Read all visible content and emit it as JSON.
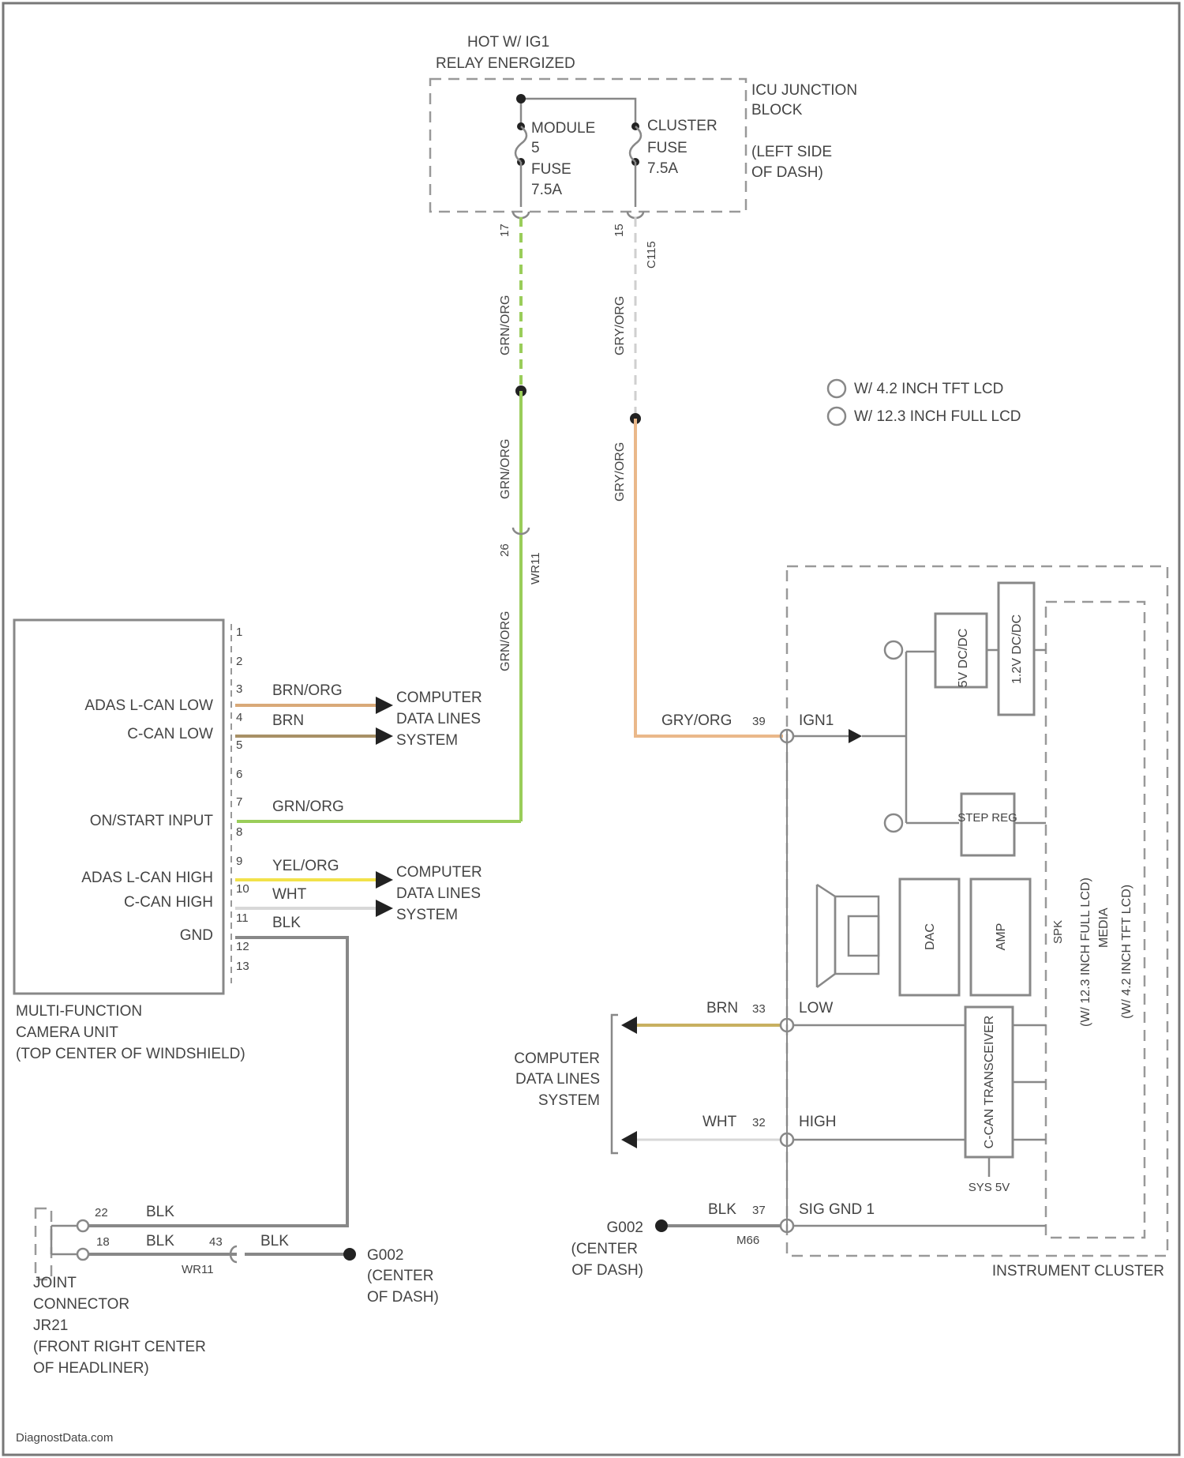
{
  "colors": {
    "grn_org": "#9acd5a",
    "gry_org": "#eab88a",
    "brn_org": "#d9a978",
    "brn": "#a89066",
    "yel_org": "#f2e24a",
    "wht": "#d8d8d8",
    "blk": "#888888",
    "brn_low": "#c8b060"
  },
  "top": {
    "relay_line1": "HOT W/ IG1",
    "relay_line2": "RELAY ENERGIZED",
    "jb_line1": "ICU JUNCTION",
    "jb_line2": "BLOCK",
    "jb_line3": "(LEFT SIDE",
    "jb_line4": "OF DASH)",
    "fuse_module": [
      "MODULE",
      "5",
      "FUSE",
      "7.5A"
    ],
    "fuse_cluster": [
      "CLUSTER",
      "FUSE",
      "7.5A"
    ],
    "pin17": "17",
    "pin15": "15",
    "conn_right": "C115",
    "wire_a1": "GRN/ORG",
    "wire_a2": "GRN/ORG",
    "wire_a3": "GRN/ORG",
    "pin26": "26",
    "conn_mid": "WR11",
    "wire_b1": "GRY/ORG",
    "wire_b2": "GRY/ORG"
  },
  "legend": {
    "item1": "W/ 4.2 INCH TFT LCD",
    "item2": "W/ 12.3 INCH FULL LCD"
  },
  "camera": {
    "pins": [
      "1",
      "2",
      "3",
      "4",
      "5",
      "6",
      "7",
      "8",
      "9",
      "10",
      "11",
      "12",
      "13"
    ],
    "sig_adas_low": "ADAS L-CAN LOW",
    "sig_c_low": "C-CAN LOW",
    "sig_on_start": "ON/START INPUT",
    "sig_adas_high": "ADAS L-CAN HIGH",
    "sig_c_high": "C-CAN HIGH",
    "sig_gnd": "GND",
    "wire_3": "BRN/ORG",
    "wire_4": "BRN",
    "wire_7": "GRN/ORG",
    "wire_9": "YEL/ORG",
    "wire_10": "WHT",
    "wire_11": "BLK",
    "cdl_1": [
      "COMPUTER",
      "DATA LINES",
      "SYSTEM"
    ],
    "cdl_2": [
      "COMPUTER",
      "DATA LINES",
      "SYSTEM"
    ],
    "name": [
      "MULTI-FUNCTION",
      "CAMERA UNIT",
      "(TOP CENTER OF WINDSHIELD)"
    ]
  },
  "ground_left": {
    "pin_a": "22",
    "wire_a": "BLK",
    "pin_b": "18",
    "wire_b": "BLK",
    "pin_c": "43",
    "wire_c": "BLK",
    "conn": "WR11",
    "g_name": [
      "G002",
      "(CENTER",
      "OF DASH)"
    ],
    "joint": [
      "JOINT",
      "CONNECTOR",
      "JR21",
      "(FRONT RIGHT CENTER",
      "OF HEADLINER)"
    ]
  },
  "cluster": {
    "ign_wire": "GRY/ORG",
    "ign_pin": "39",
    "ign_sig": "IGN1",
    "dcdc_5v": "5V DC/DC",
    "dcdc_12v": "1.2V DC/DC",
    "step_reg": "STEP REG",
    "dac": "DAC",
    "amp": "AMP",
    "spk": "SPK",
    "low_wire": "BRN",
    "low_pin": "33",
    "low_sig": "LOW",
    "high_wire": "WHT",
    "high_pin": "32",
    "high_sig": "HIGH",
    "ccan": "C-CAN TRANSCEIVER",
    "sys5v": "SYS 5V",
    "cdl": [
      "COMPUTER",
      "DATA LINES",
      "SYSTEM"
    ],
    "gnd_wire": "BLK",
    "gnd_pin": "37",
    "gnd_sig": "SIG GND 1",
    "conn": "M66",
    "g_name": [
      "G002",
      "(CENTER",
      "OF DASH)"
    ],
    "inner_a": "(W/ 12.3 INCH FULL LCD)",
    "inner_b": "MEDIA",
    "inner_c": "(W/ 4.2 INCH TFT LCD)",
    "name": "INSTRUMENT CLUSTER"
  },
  "footer": "DiagnostData.com"
}
